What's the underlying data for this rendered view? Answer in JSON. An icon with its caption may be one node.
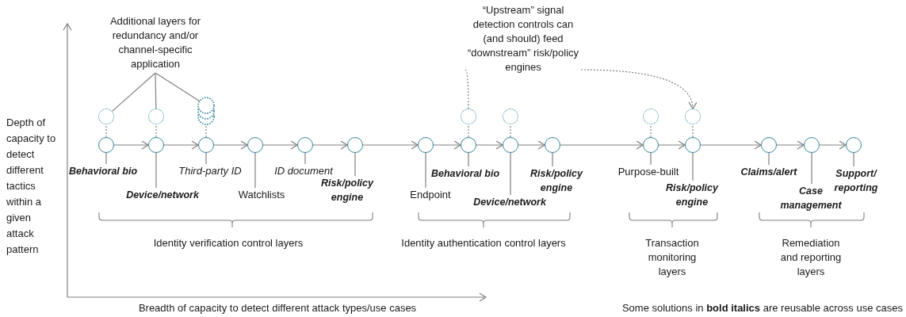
{
  "diagram": {
    "nodes": [
      {
        "text": [
          "Additional layers for redundancy and/or channel-specific application"
        ]
      },
      {
        "text": [
          "“Upstream” signal detection controls can (and should) feed “downstream” risk/policy engines"
        ]
      },
      {
        "text": [],
        "shape": "circle"
      },
      {
        "text": [],
        "shape": "circle"
      },
      {
        "text": [],
        "shape": "circle"
      },
      {
        "text": [],
        "shape": "circle"
      },
      {
        "text": [],
        "shape": "circle"
      },
      {
        "text": [],
        "shape": "circle"
      },
      {
        "text": [],
        "shape": "circle"
      },
      {
        "text": [],
        "shape": "circle"
      },
      {
        "text": [],
        "shape": "circle"
      },
      {
        "text": [],
        "shape": "circle"
      },
      {
        "text": [],
        "shape": "circle"
      },
      {
        "text": [],
        "shape": "circle"
      },
      {
        "text": [],
        "shape": "circle"
      },
      {
        "text": [],
        "shape": "circle"
      },
      {
        "text": [],
        "shape": "circle"
      },
      {
        "text": [],
        "shape": "circle"
      },
      {
        "text": [],
        "shape": "circle"
      },
      {
        "text": [],
        "shape": "circle"
      },
      {
        "text": [],
        "shape": "circle"
      },
      {
        "text": [],
        "shape": "circle"
      },
      {
        "text": [],
        "shape": "circle"
      },
      {
        "text": [],
        "shape": "circle"
      },
      {
        "text": [
          "Behavioral bio"
        ]
      },
      {
        "text": [
          "Device/network"
        ]
      },
      {
        "text": [
          "Third-party ID"
        ]
      },
      {
        "text": [
          "Watchlists"
        ]
      },
      {
        "text": [
          "ID document"
        ]
      },
      {
        "text": [
          "Risk/policy engine"
        ]
      },
      {
        "text": [
          "Endpoint"
        ]
      },
      {
        "text": [
          "Behavioral bio"
        ]
      },
      {
        "text": [
          "Device/network"
        ]
      },
      {
        "text": [
          "Risk/policy engine"
        ]
      },
      {
        "text": [
          "Purpose-built"
        ]
      },
      {
        "text": [
          "Risk/policy engine"
        ]
      },
      {
        "text": [
          "Claims/alert"
        ]
      },
      {
        "text": [
          "Case management"
        ]
      },
      {
        "text": [
          "Support/ reporting"
        ]
      }
    ],
    "edges": [
      {
        "from": 9,
        "to": 10,
        "arrow": "to"
      },
      {
        "from": 10,
        "to": 11,
        "arrow": "to"
      },
      {
        "from": 11,
        "to": 12,
        "arrow": "to"
      },
      {
        "from": 12,
        "to": 13,
        "arrow": "to"
      },
      {
        "from": 13,
        "to": 14,
        "arrow": "to"
      },
      {
        "from": 14,
        "to": 15,
        "arrow": "to"
      },
      {
        "from": 15,
        "to": 16,
        "arrow": "to"
      },
      {
        "from": 16,
        "to": 17,
        "arrow": "to"
      },
      {
        "from": 17,
        "to": 18,
        "arrow": "to"
      },
      {
        "from": 18,
        "to": 19,
        "arrow": "to"
      },
      {
        "from": 19,
        "to": 20,
        "arrow": "to"
      },
      {
        "from": 20,
        "to": 21,
        "arrow": "to"
      },
      {
        "from": 21,
        "to": 22,
        "arrow": "to"
      },
      {
        "from": 22,
        "to": 23,
        "arrow": "to"
      },
      {
        "from": 9,
        "to": 2,
        "arrow": "none",
        "style": "dashed"
      },
      {
        "from": 10,
        "to": 3,
        "arrow": "none",
        "style": "dashed"
      },
      {
        "from": 11,
        "to": 4,
        "arrow": "none",
        "style": "dashed"
      },
      {
        "from": 16,
        "to": 5,
        "arrow": "none",
        "style": "dashed"
      },
      {
        "from": 17,
        "to": 6,
        "arrow": "none",
        "style": "dashed"
      },
      {
        "from": 19,
        "to": 7,
        "arrow": "none",
        "style": "dashed"
      },
      {
        "from": 20,
        "to": 8,
        "arrow": "none",
        "style": "dashed"
      },
      {
        "from": 0,
        "to": 2,
        "arrow": "none"
      },
      {
        "from": 0,
        "to": 3,
        "arrow": "none"
      },
      {
        "from": 0,
        "to": 4,
        "arrow": "none"
      },
      {
        "from": 1,
        "to": 5,
        "arrow": "none",
        "style": "dashed"
      },
      {
        "from": 1,
        "to": 8,
        "arrow": "to",
        "style": "dashed"
      },
      {
        "from": 24,
        "to": 9,
        "arrow": "none"
      },
      {
        "from": 25,
        "to": 10,
        "arrow": "none"
      },
      {
        "from": 26,
        "to": 11,
        "arrow": "none"
      },
      {
        "from": 27,
        "to": 12,
        "arrow": "none"
      },
      {
        "from": 28,
        "to": 13,
        "arrow": "none"
      },
      {
        "from": 29,
        "to": 14,
        "arrow": "none"
      },
      {
        "from": 30,
        "to": 15,
        "arrow": "none"
      },
      {
        "from": 31,
        "to": 16,
        "arrow": "none"
      },
      {
        "from": 32,
        "to": 17,
        "arrow": "none"
      },
      {
        "from": 33,
        "to": 18,
        "arrow": "none"
      },
      {
        "from": 34,
        "to": 19,
        "arrow": "none"
      },
      {
        "from": 35,
        "to": 20,
        "arrow": "none"
      },
      {
        "from": 36,
        "to": 21,
        "arrow": "none"
      },
      {
        "from": 37,
        "to": 22,
        "arrow": "none"
      },
      {
        "from": 38,
        "to": 23,
        "arrow": "none"
      }
    ],
    "labels": [
      "Identity verification control layers",
      "Identity authentication control layers",
      "Transaction monitoring layers",
      "Remediation and reporting layers",
      "Depth of capacity to detect different tactics within a given attack pattern",
      "Breadth of capacity to detect different attack types/use cases",
      "Some solutions in **bold italics** are reusable across use cases"
    ]
  }
}
